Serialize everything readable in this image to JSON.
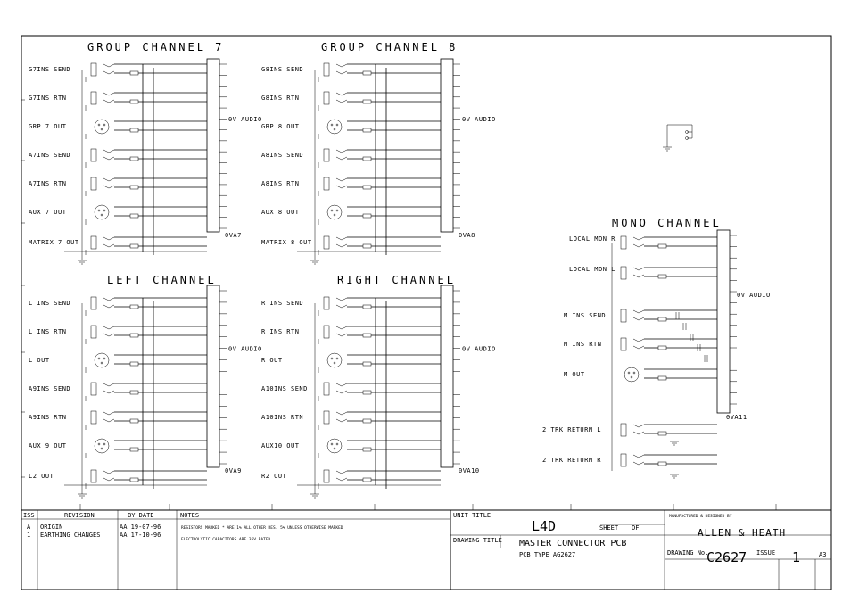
{
  "channels": {
    "g7": {
      "title": "GROUP CHANNEL 7",
      "labels": [
        "G7INS SEND",
        "G7INS RTN",
        "GRP 7 OUT",
        "A7INS SEND",
        "A7INS RTN",
        "AUX 7 OUT",
        "MATRIX 7 OUT"
      ],
      "ground": "0VA7"
    },
    "g8": {
      "title": "GROUP CHANNEL 8",
      "labels": [
        "G8INS SEND",
        "G8INS RTN",
        "GRP 8 OUT",
        "A8INS SEND",
        "A8INS RTN",
        "AUX 8 OUT",
        "MATRIX 8 OUT"
      ],
      "ground": "0VA8"
    },
    "left": {
      "title": "LEFT CHANNEL",
      "labels": [
        "L INS SEND",
        "L INS RTN",
        "L OUT",
        "A9INS SEND",
        "A9INS RTN",
        "AUX 9 OUT",
        "L2 OUT"
      ],
      "ground": "0VA9"
    },
    "right": {
      "title": "RIGHT CHANNEL",
      "labels": [
        "R INS SEND",
        "R INS RTN",
        "R OUT",
        "A10INS SEND",
        "A10INS RTN",
        "AUX10 OUT",
        "R2 OUT"
      ],
      "ground": "0VA10"
    },
    "mono": {
      "title": "MONO CHANNEL",
      "labels": [
        "LOCAL MON R",
        "LOCAL MON L",
        "M INS SEND",
        "M INS RTN",
        "M OUT",
        "2 TRK RETURN L",
        "2 TRK RETURN R"
      ],
      "ground": "0VA11"
    }
  },
  "common": {
    "audio_ground": "0V AUDIO"
  },
  "title_block": {
    "issue_header": "ISS",
    "revision_header": "REVISION",
    "by_date_header": "BY DATE",
    "notes_header": "NOTES",
    "revisions": [
      {
        "iss": "A",
        "revision": "ORIGIN",
        "by_date": "AA 19-07-96"
      },
      {
        "iss": "1",
        "revision": "EARTHING CHANGES",
        "by_date": "AA 17-10-96"
      }
    ],
    "notes": [
      "RESISTORS MARKED * ARE 1% ALL OTHER RES. 5% UNLESS OTHERWISE MARKED",
      "ELECTROLYTIC CAPACITORS ARE 35V RATED"
    ],
    "unit_title_label": "UNIT TITLE",
    "unit_title": "L4D",
    "sheet_label": "SHEET",
    "sheet": "OF",
    "drawing_title_label": "DRAWING TITLE",
    "drawing_title": "MASTER CONNECTOR PCB",
    "pcb_type": "PCB TYPE AG2627",
    "company_label": "MANUFACTURED & DESIGNED BY",
    "company": "ALLEN & HEATH",
    "drawing_no_label": "DRAWING No.",
    "drawing_no": "C2627",
    "issue_label": "ISSUE",
    "issue": "1",
    "size": "A3"
  }
}
